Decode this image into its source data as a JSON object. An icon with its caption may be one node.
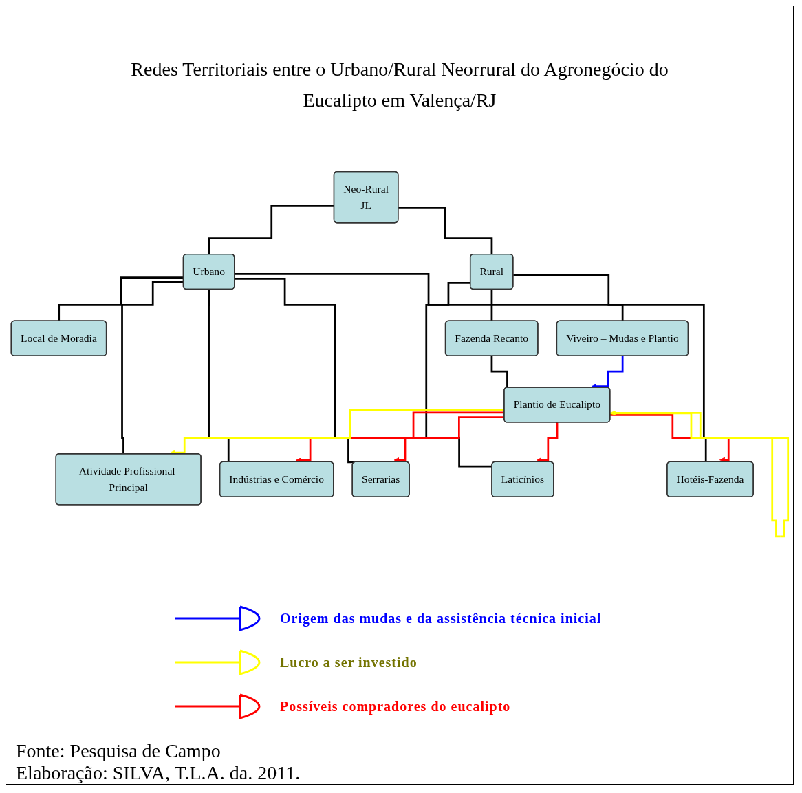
{
  "diagram": {
    "title": "Redes Territoriais entre o Urbano/Rural Neorrural do Agronegócio do Eucalipto em Valença/RJ",
    "nodes": [
      {
        "text": [
          "Neo-Rural",
          "JL"
        ]
      },
      {
        "text": [
          "Urbano"
        ]
      },
      {
        "text": [
          "Rural"
        ]
      },
      {
        "text": [
          "Local de Moradia"
        ]
      },
      {
        "text": [
          "Atividade Profissional Principal"
        ]
      },
      {
        "text": [
          "Viveiro – Mudas e Plantio"
        ]
      },
      {
        "text": [
          "Indústrias e Comércio"
        ]
      },
      {
        "text": [
          "Serrarias"
        ]
      },
      {
        "text": [
          "Fazenda Recanto"
        ]
      },
      {
        "text": [
          "Laticínios"
        ]
      },
      {
        "text": [
          "Hotéis-Fazenda"
        ]
      },
      {
        "text": [
          "Plantio de Eucalipto"
        ]
      }
    ],
    "edges": [
      {
        "from": 0,
        "to": 1,
        "arrow": "none"
      },
      {
        "from": 0,
        "to": 2,
        "arrow": "none"
      },
      {
        "from": 1,
        "to": 3,
        "arrow": "none"
      },
      {
        "from": 1,
        "to": 4,
        "arrow": "none"
      },
      {
        "from": 1,
        "to": 5,
        "arrow": "none"
      },
      {
        "from": 1,
        "to": 6,
        "arrow": "none"
      },
      {
        "from": 1,
        "to": 7,
        "arrow": "none"
      },
      {
        "from": 2,
        "to": 8,
        "arrow": "none"
      },
      {
        "from": 2,
        "to": 9,
        "arrow": "none"
      },
      {
        "from": 2,
        "to": 10,
        "arrow": "none"
      },
      {
        "from": 8,
        "to": 11,
        "arrow": "none"
      },
      {
        "from": 5,
        "to": 11,
        "arrow": "to",
        "color": "#0000ff"
      },
      {
        "from": 11,
        "to": 6,
        "arrow": "to",
        "color": "#ff0000"
      },
      {
        "from": 11,
        "to": 7,
        "arrow": "to",
        "color": "#ff0000"
      },
      {
        "from": 11,
        "to": 9,
        "arrow": "to",
        "color": "#ff0000"
      },
      {
        "from": 11,
        "to": 10,
        "arrow": "to",
        "color": "#ff0000"
      },
      {
        "from": 11,
        "to": 4,
        "arrow": "to",
        "color": "#ffff00"
      },
      {
        "from": 11,
        "to": 11,
        "arrow": "to",
        "color": "#ffff00"
      }
    ],
    "labels": [
      "Fonte: Pesquisa de Campo",
      "Elaboração: SILVA, T.L.A. da. 2011."
    ],
    "legend": [
      {
        "text": "Origem das mudas e da assistência técnica inicial",
        "color": "#0000ff"
      },
      {
        "text": "Lucro a ser investido",
        "color": "#ffff00"
      },
      {
        "text": "Possíveis compradores do eucalipto",
        "color": "#ff0000"
      }
    ]
  }
}
